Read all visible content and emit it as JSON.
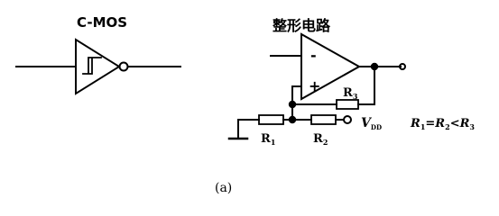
{
  "left_circuit": {
    "title": "C-MOS"
  },
  "right_circuit": {
    "title": "整形电路",
    "opamp_minus": "-",
    "opamp_plus": "+",
    "r1_label": "R",
    "r1_sub": "1",
    "r2_label": "R",
    "r2_sub": "2",
    "r3_label": "R",
    "r3_sub": "3",
    "vdd_label": "V",
    "vdd_sub": "DD",
    "relation": {
      "r1": "R",
      "r1_sub": "1",
      "eq": "=",
      "r2": "R",
      "r2_sub": "2",
      "lt": "<",
      "r3": "R",
      "r3_sub": "3"
    }
  },
  "caption": "(a)",
  "colors": {
    "ink": "#000000",
    "background": "#ffffff"
  }
}
